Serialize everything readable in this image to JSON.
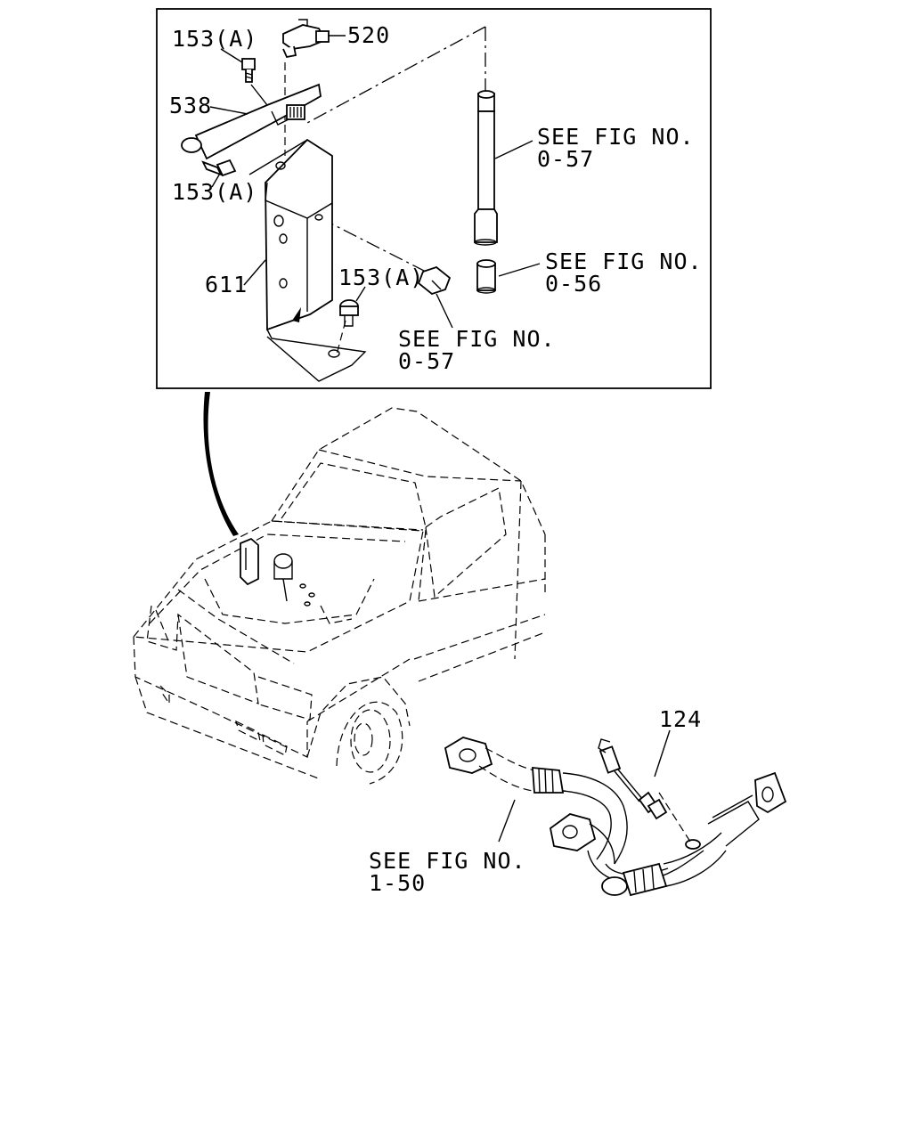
{
  "labels": {
    "p153a_top": "153(A)",
    "p520": "520",
    "p538": "538",
    "p153a_mid": "153(A)",
    "p611": "611",
    "p153a_low": "153(A)",
    "p124": "124"
  },
  "references": {
    "ref_057_a": {
      "line1": "SEE FIG NO.",
      "line2": "0-57"
    },
    "ref_056": {
      "line1": "SEE FIG NO.",
      "line2": "0-56"
    },
    "ref_057_b": {
      "line1": "SEE FIG NO.",
      "line2": "0-57"
    },
    "ref_150": {
      "line1": "SEE FIG NO.",
      "line2": "1-50"
    }
  }
}
